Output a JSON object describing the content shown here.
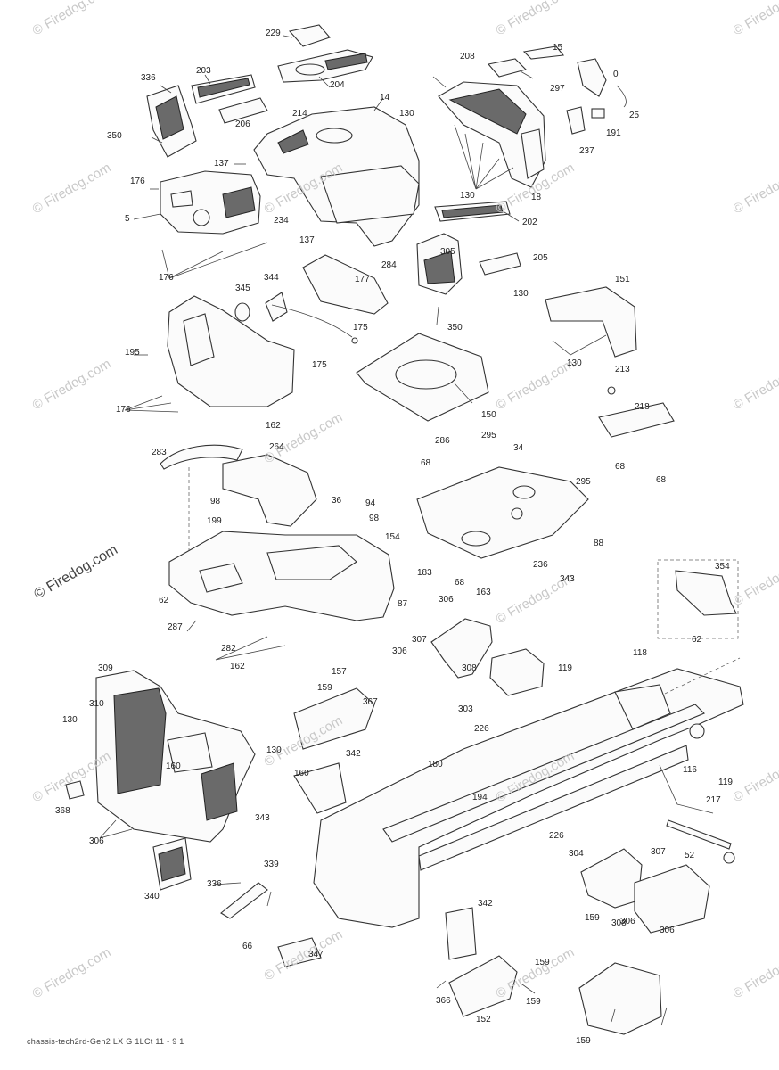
{
  "watermark": {
    "text": "© Firedog.com",
    "side_text": "Firedog.com"
  },
  "footer_code": "chassis-tech2rd-Gen2 LX G 1LCt 11 - 9 1",
  "callouts": [
    "229",
    "336",
    "203",
    "214",
    "350",
    "204",
    "206",
    "14",
    "176",
    "5",
    "137",
    "234",
    "137",
    "176",
    "344",
    "345",
    "177",
    "175",
    "195",
    "176",
    "162",
    "175",
    "283",
    "264",
    "98",
    "199",
    "62",
    "287",
    "282",
    "162",
    "36",
    "94",
    "98",
    "154",
    "87",
    "208",
    "15",
    "130",
    "297",
    "0",
    "25",
    "191",
    "237",
    "18",
    "130",
    "202",
    "305",
    "205",
    "284",
    "350",
    "130",
    "151",
    "130",
    "150",
    "213",
    "218",
    "68",
    "68",
    "286",
    "295",
    "68",
    "34",
    "295",
    "88",
    "183",
    "68",
    "163",
    "236",
    "343",
    "354",
    "62",
    "306",
    "307",
    "306",
    "308",
    "303",
    "118",
    "119",
    "226",
    "180",
    "194",
    "116",
    "119",
    "217",
    "52",
    "226",
    "309",
    "130",
    "310",
    "160",
    "368",
    "306",
    "130",
    "342",
    "343",
    "160",
    "157",
    "159",
    "367",
    "340",
    "336",
    "339",
    "304",
    "307",
    "306",
    "308",
    "306",
    "342",
    "159",
    "66",
    "347",
    "159",
    "159",
    "366",
    "152",
    "159"
  ]
}
